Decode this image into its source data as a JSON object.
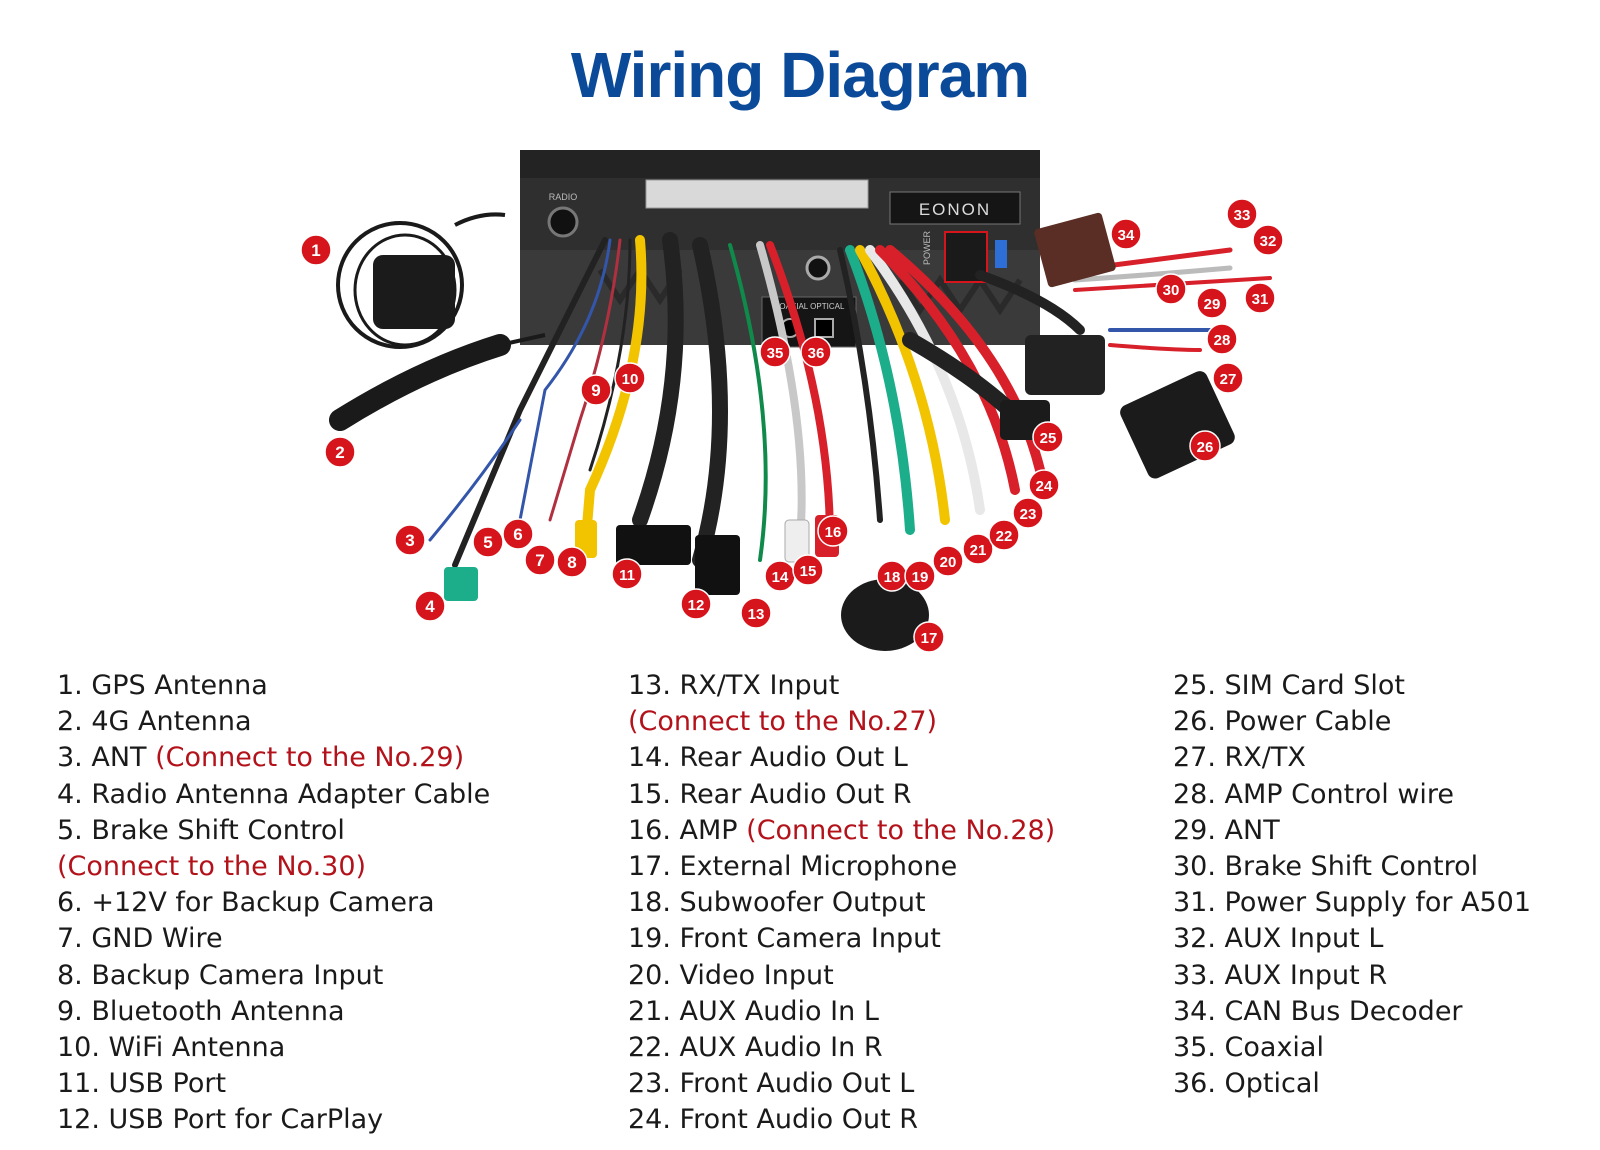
{
  "title": "Wiring Diagram",
  "device": {
    "brand_logo_text": "EONON",
    "radio_label": "RADIO",
    "power_label": "POWER",
    "coax_label": "COAXIAL OPTICAL"
  },
  "colors": {
    "title": "#0b4a99",
    "note": "#b3121a",
    "marker": "#d6141c",
    "device_body": "#2f2f2f"
  },
  "markers": [
    "1",
    "2",
    "3",
    "4",
    "5",
    "6",
    "7",
    "8",
    "9",
    "10",
    "11",
    "12",
    "13",
    "14",
    "15",
    "16",
    "17",
    "18",
    "19",
    "20",
    "21",
    "22",
    "23",
    "24",
    "25",
    "26",
    "27",
    "28",
    "29",
    "30",
    "31",
    "32",
    "33",
    "34",
    "35",
    "36"
  ],
  "legend": {
    "column1": [
      {
        "text": "1. GPS Antenna",
        "note": ""
      },
      {
        "text": "2. 4G Antenna",
        "note": ""
      },
      {
        "text": "3. ANT ",
        "note": "(Connect to the No.29)"
      },
      {
        "text": "4. Radio Antenna Adapter Cable",
        "note": ""
      },
      {
        "text": "5. Brake Shift Control",
        "note": ""
      },
      {
        "text": "",
        "note": "(Connect to the No.30)"
      },
      {
        "text": "6. +12V for Backup Camera",
        "note": ""
      },
      {
        "text": "7. GND Wire",
        "note": ""
      },
      {
        "text": "8. Backup Camera Input",
        "note": ""
      },
      {
        "text": "9. Bluetooth Antenna",
        "note": ""
      },
      {
        "text": "10. WiFi Antenna",
        "note": ""
      },
      {
        "text": "11. USB Port",
        "note": ""
      },
      {
        "text": "12. USB Port for CarPlay",
        "note": ""
      }
    ],
    "column2": [
      {
        "text": "13. RX/TX Input",
        "note": ""
      },
      {
        "text": "",
        "note": "(Connect to the No.27)"
      },
      {
        "text": "14. Rear Audio Out L",
        "note": ""
      },
      {
        "text": "15. Rear Audio Out R",
        "note": ""
      },
      {
        "text": "16. AMP ",
        "note": "(Connect to the No.28)"
      },
      {
        "text": "17. External Microphone",
        "note": ""
      },
      {
        "text": "18. Subwoofer Output",
        "note": ""
      },
      {
        "text": "19. Front Camera Input",
        "note": ""
      },
      {
        "text": "20. Video Input",
        "note": ""
      },
      {
        "text": "21. AUX Audio In L",
        "note": ""
      },
      {
        "text": "22. AUX Audio In R",
        "note": ""
      },
      {
        "text": "23. Front Audio Out L",
        "note": ""
      },
      {
        "text": "24. Front Audio Out R",
        "note": ""
      }
    ],
    "column3": [
      {
        "text": "25. SIM Card Slot",
        "note": ""
      },
      {
        "text": "26. Power Cable",
        "note": ""
      },
      {
        "text": "27. RX/TX",
        "note": ""
      },
      {
        "text": "28. AMP Control wire",
        "note": ""
      },
      {
        "text": "29. ANT",
        "note": ""
      },
      {
        "text": "30. Brake Shift Control",
        "note": ""
      },
      {
        "text": "31. Power Supply for A501",
        "note": ""
      },
      {
        "text": "32. AUX Input L",
        "note": ""
      },
      {
        "text": "33. AUX Input R",
        "note": ""
      },
      {
        "text": "34. CAN Bus Decoder",
        "note": ""
      },
      {
        "text": "35. Coaxial",
        "note": ""
      },
      {
        "text": "36. Optical",
        "note": ""
      }
    ]
  }
}
